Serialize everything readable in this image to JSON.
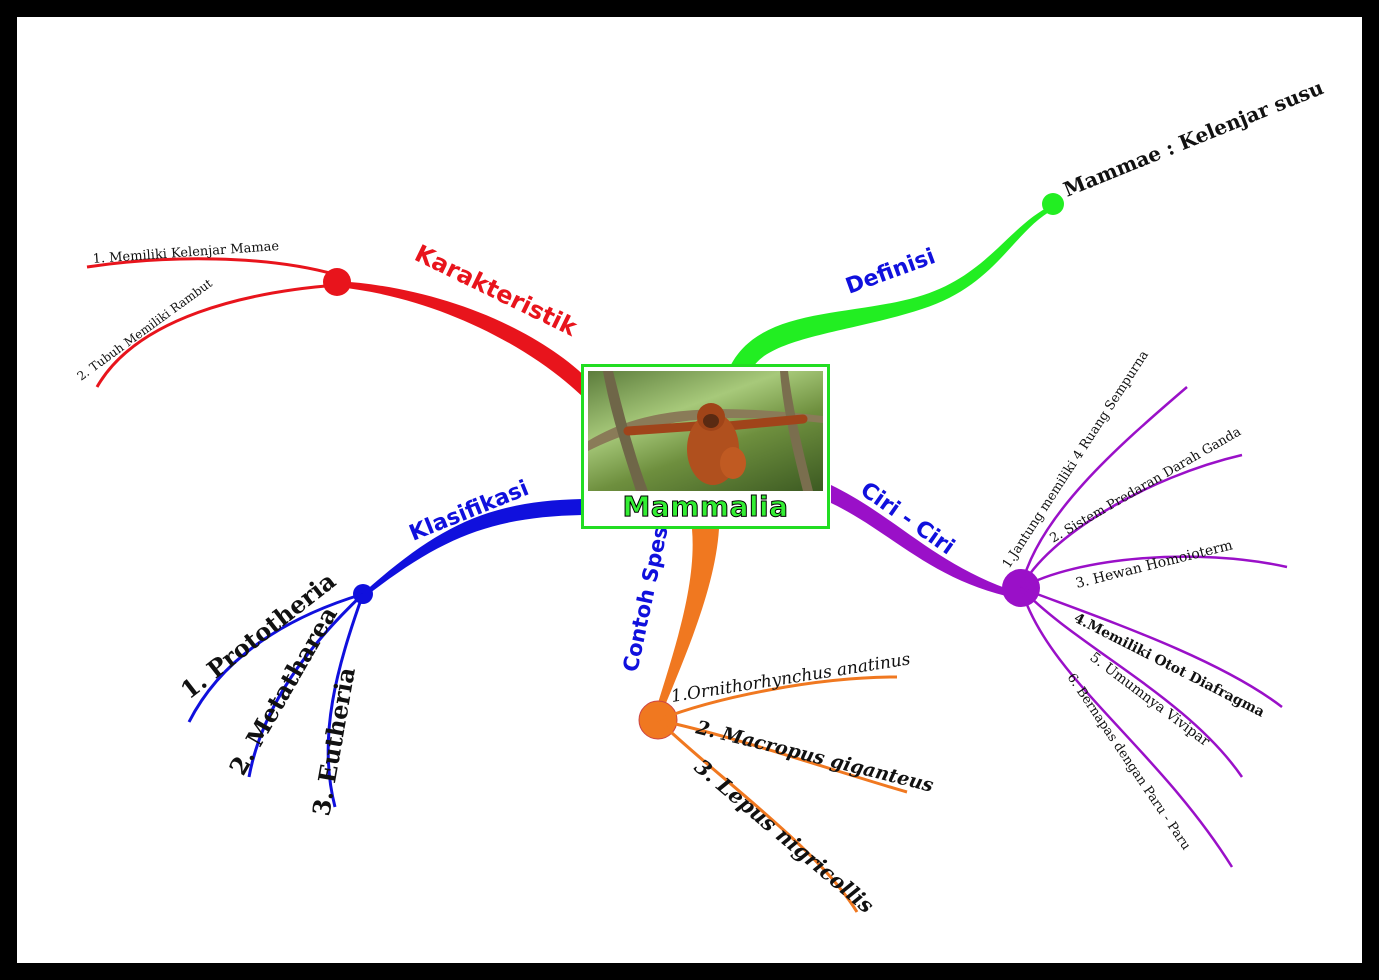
{
  "center": {
    "title": "Mammalia",
    "image": "orangutan-photo"
  },
  "colors": {
    "karakteristik": "#e8141c",
    "definisi": "#22ee22",
    "klasifikasi": "#1010dd",
    "spesies": "#f07820",
    "ciri": "#9a10c8",
    "label_text": "#111111"
  },
  "branches": {
    "karakteristik": {
      "label": "Karakteristik",
      "items": [
        "1. Memiliki Kelenjar Mamae",
        "2. Tubuh Memiliki Rambut"
      ]
    },
    "definisi": {
      "label": "Definisi",
      "items": [
        "Mammae : Kelenjar susu"
      ]
    },
    "klasifikasi": {
      "label": "Klasifikasi",
      "items": [
        "1. Prototheria",
        "2. Metatharea",
        "3. Eutheria"
      ]
    },
    "spesies": {
      "label": "Contoh Spesies",
      "items": [
        "1.Ornithorhynchus anatinus",
        "2. Macropus giganteus",
        "3. Lepus nigricollis"
      ]
    },
    "ciri": {
      "label": "Ciri - Ciri",
      "items": [
        "1.Jantung memiliki 4 Ruang Sempurna",
        "2. Sistem Predaran Darah Ganda",
        "3. Hewan Homoioterm",
        "4.Memiliki Otot Diafragma",
        "5. Umumnya Vivipar",
        "6. Bernapas dengan Paru - Paru"
      ]
    }
  }
}
